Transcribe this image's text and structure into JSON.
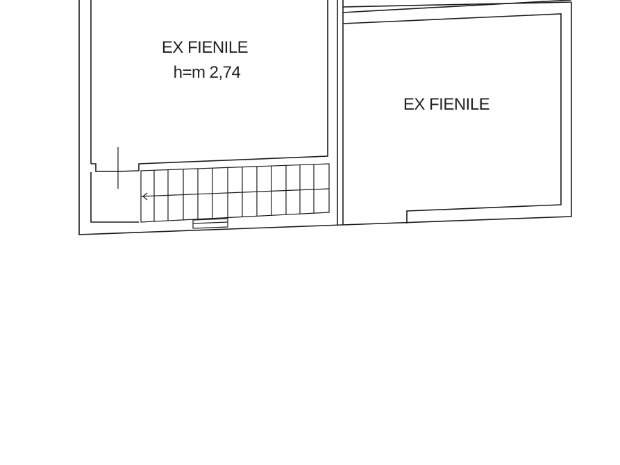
{
  "rooms": [
    {
      "name": "EX FIENILE",
      "height": "h=m 2,74"
    },
    {
      "name": "EX FIENILE"
    }
  ],
  "colors": {
    "line": "#1a1a1a",
    "text": "#222222",
    "background": "#ffffff"
  }
}
